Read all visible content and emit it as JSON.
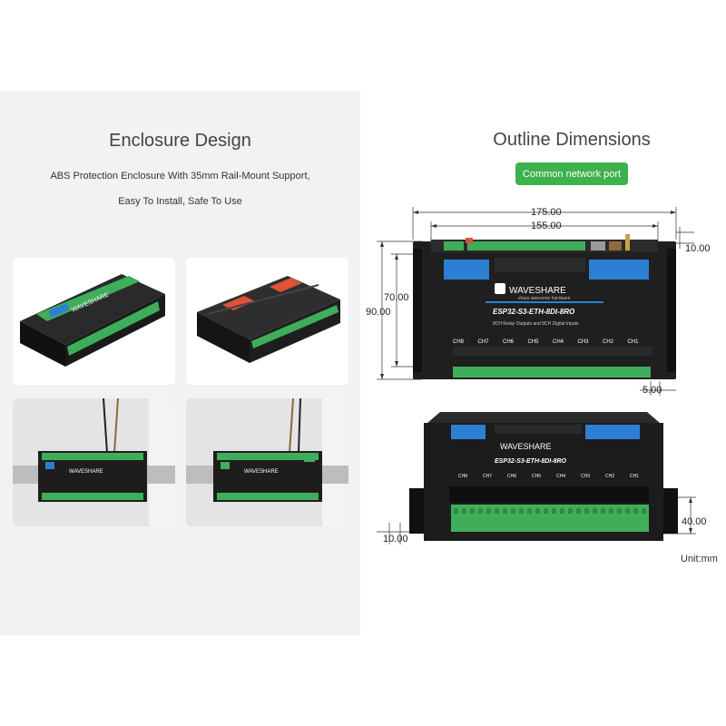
{
  "left": {
    "title": "Enclosure Design",
    "description_line1": "ABS Protection Enclosure With 35mm Rail-Mount Support,",
    "description_line2": "Easy To Install, Safe To Use"
  },
  "right": {
    "title": "Outline Dimensions",
    "network_button": "Common network port",
    "unit": "Unit:mm",
    "dims": {
      "width_outer": "175.00",
      "width_inner": "155.00",
      "height_outer": "90.00",
      "height_inner": "70.00",
      "top_offset": "10.00",
      "bottom_offset": "5.00",
      "depth": "40.00",
      "side_offset": "10.00"
    }
  },
  "device": {
    "brand": "WAVESHARE",
    "tagline": "share awesome hardware",
    "model": "ESP32-S3-ETH-8DI-8RO",
    "subtitle": "8CH Relay Outputs and 8CH Digital Inputs",
    "channels": [
      "CH8",
      "CH7",
      "CH6",
      "CH5",
      "CH4",
      "CH3",
      "CH2",
      "CH1"
    ]
  },
  "colors": {
    "button": "#3db14b",
    "enclosure": "#1c1c1c",
    "terminal": "#3fae5a",
    "label_blue": "#2d7fd3"
  }
}
